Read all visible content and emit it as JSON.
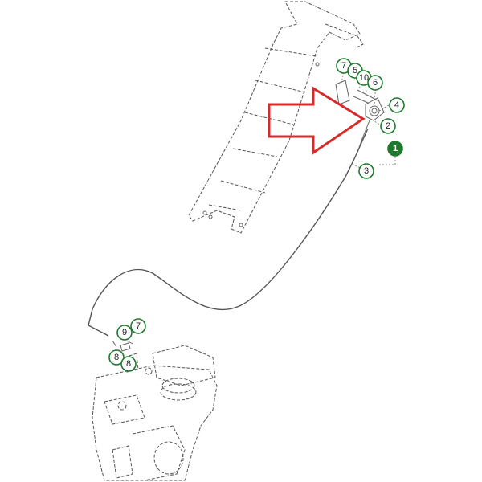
{
  "diagram": {
    "colors": {
      "callout_stroke": "#1f7a2e",
      "primary_fill": "#1f7a2e",
      "arrow_stroke": "#d62b2b",
      "line": "#555555"
    },
    "callouts": {
      "c1": "1",
      "c2": "2",
      "c3": "3",
      "c4": "4",
      "c5": "5",
      "c6": "6",
      "c7_top": "7",
      "c10": "10",
      "c7_bottom": "7",
      "c9": "9",
      "c8_upper": "8",
      "c8_lower": "8"
    }
  }
}
